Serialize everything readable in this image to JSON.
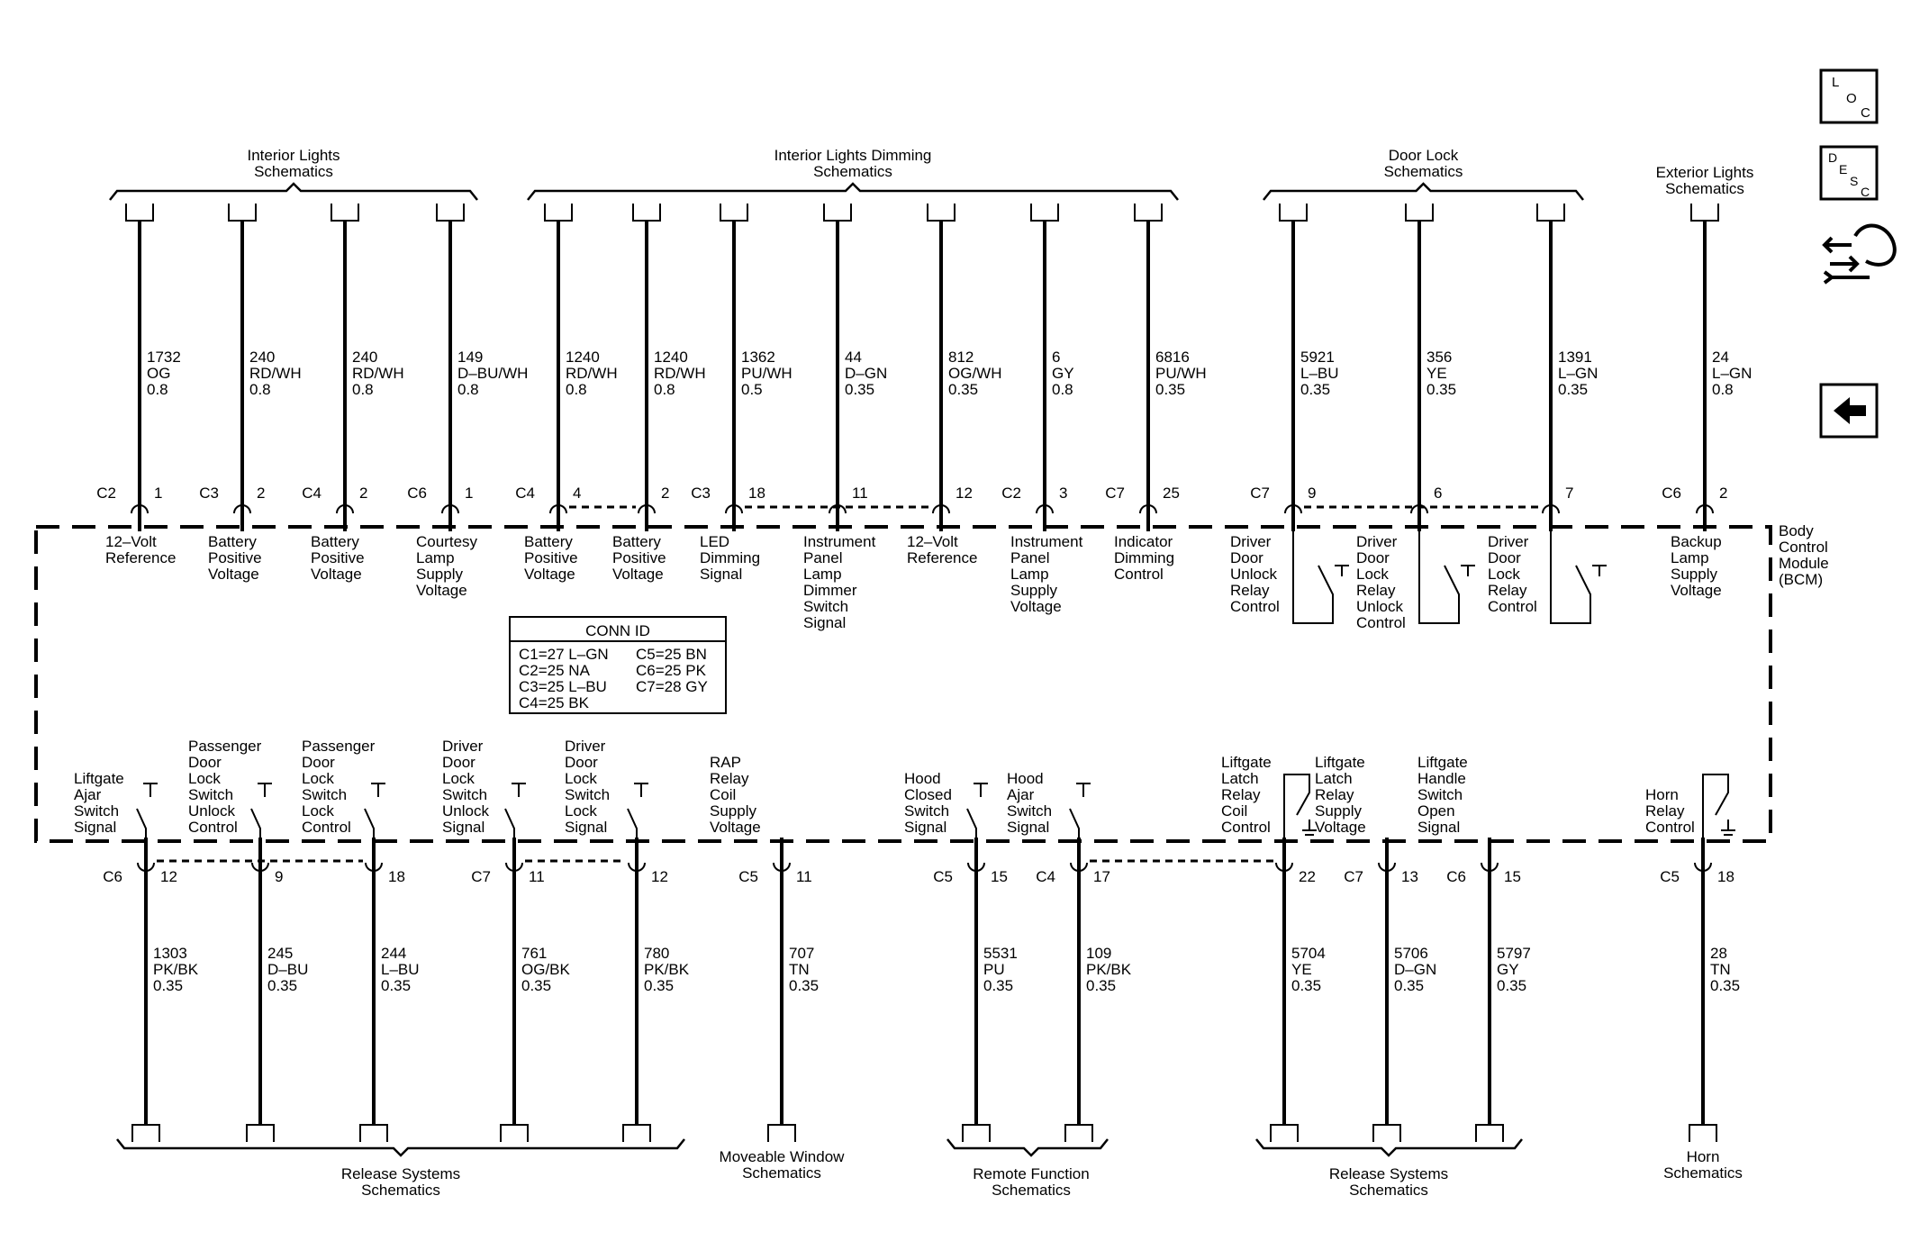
{
  "module": {
    "lines": [
      "Body",
      "Control",
      "Module",
      "(BCM)"
    ]
  },
  "conn_table": {
    "title": "CONN ID",
    "left": [
      "C1=27 L–GN",
      "C2=25 NA",
      "C3=25 L–BU",
      "C4=25 BK"
    ],
    "right": [
      "C5=25 BN",
      "C6=25 PK",
      "C7=28 GY"
    ]
  },
  "nav": {
    "loc_icon": "loc-icon",
    "desc_icon": "desc-icon",
    "harness_icon": "harness-icon",
    "back_icon": "back-arrow-icon",
    "loc_letters": [
      "L",
      "O",
      "C"
    ],
    "desc_letters": [
      "D",
      "E",
      "S",
      "C"
    ]
  },
  "top_groups": [
    {
      "lines": [
        "Interior Lights",
        "Schematics"
      ]
    },
    {
      "lines": [
        "Interior Lights Dimming",
        "Schematics"
      ]
    },
    {
      "lines": [
        "Door Lock",
        "Schematics"
      ]
    },
    {
      "lines": [
        "Exterior Lights",
        "Schematics"
      ]
    }
  ],
  "bottom_groups": [
    {
      "lines": [
        "Release Systems",
        "Schematics"
      ]
    },
    {
      "lines": [
        "Moveable Window",
        "Schematics"
      ]
    },
    {
      "lines": [
        "Remote Function",
        "Schematics"
      ]
    },
    {
      "lines": [
        "Release Systems",
        "Schematics"
      ]
    },
    {
      "lines": [
        "Horn",
        "Schematics"
      ]
    }
  ],
  "top_circuits": [
    {
      "conn": "C2",
      "pin": "1",
      "wire": [
        "1732",
        "OG",
        "0.8"
      ],
      "func": [
        "12–Volt",
        "Reference"
      ]
    },
    {
      "conn": "C3",
      "pin": "2",
      "wire": [
        "240",
        "RD/WH",
        "0.8"
      ],
      "func": [
        "Battery",
        "Positive",
        "Voltage"
      ]
    },
    {
      "conn": "C4",
      "pin": "2",
      "wire": [
        "240",
        "RD/WH",
        "0.8"
      ],
      "func": [
        "Battery",
        "Positive",
        "Voltage"
      ]
    },
    {
      "conn": "C6",
      "pin": "1",
      "wire": [
        "149",
        "D–BU/WH",
        "0.8"
      ],
      "func": [
        "Courtesy",
        "Lamp",
        "Supply",
        "Voltage"
      ]
    },
    {
      "conn": "C4",
      "pin": "4",
      "wire": [
        "1240",
        "RD/WH",
        "0.8"
      ],
      "func": [
        "Battery",
        "Positive",
        "Voltage"
      ]
    },
    {
      "conn": "",
      "pin": "2",
      "wire": [
        "1240",
        "RD/WH",
        "0.8"
      ],
      "func": [
        "Battery",
        "Positive",
        "Voltage"
      ]
    },
    {
      "conn": "C3",
      "pin": "18",
      "wire": [
        "1362",
        "PU/WH",
        "0.5"
      ],
      "func": [
        "LED",
        "Dimming",
        "Signal"
      ]
    },
    {
      "conn": "",
      "pin": "11",
      "wire": [
        "44",
        "D–GN",
        "0.35"
      ],
      "func": [
        "Instrument",
        "Panel",
        "Lamp",
        "Dimmer",
        "Switch",
        "Signal"
      ]
    },
    {
      "conn": "",
      "pin": "12",
      "wire": [
        "812",
        "OG/WH",
        "0.35"
      ],
      "func": [
        "12–Volt",
        "Reference"
      ]
    },
    {
      "conn": "C2",
      "pin": "3",
      "wire": [
        "6",
        "GY",
        "0.8"
      ],
      "func": [
        "Instrument",
        "Panel",
        "Lamp",
        "Supply",
        "Voltage"
      ]
    },
    {
      "conn": "C7",
      "pin": "25",
      "wire": [
        "6816",
        "PU/WH",
        "0.35"
      ],
      "func": [
        "Indicator",
        "Dimming",
        "Control"
      ]
    },
    {
      "conn": "C7",
      "pin": "9",
      "wire": [
        "5921",
        "L–BU",
        "0.35"
      ],
      "func": [
        "Driver",
        "Door",
        "Unlock",
        "Relay",
        "Control"
      ]
    },
    {
      "conn": "",
      "pin": "6",
      "wire": [
        "356",
        "YE",
        "0.35"
      ],
      "func": [
        "Driver",
        "Door",
        "Lock",
        "Relay",
        "Unlock",
        "Control"
      ]
    },
    {
      "conn": "",
      "pin": "7",
      "wire": [
        "1391",
        "L–GN",
        "0.35"
      ],
      "func": [
        "Driver",
        "Door",
        "Lock",
        "Relay",
        "Control"
      ]
    },
    {
      "conn": "C6",
      "pin": "2",
      "wire": [
        "24",
        "L–GN",
        "0.8"
      ],
      "func": [
        "Backup",
        "Lamp",
        "Supply",
        "Voltage"
      ]
    }
  ],
  "bottom_circuits": [
    {
      "conn": "C6",
      "pin": "12",
      "wire": [
        "1303",
        "PK/BK",
        "0.35"
      ],
      "func": [
        "Liftgate",
        "Ajar",
        "Switch",
        "Signal"
      ]
    },
    {
      "conn": "",
      "pin": "9",
      "wire": [
        "245",
        "D–BU",
        "0.35"
      ],
      "func": [
        "Passenger",
        "Door",
        "Lock",
        "Switch",
        "Unlock",
        "Control"
      ]
    },
    {
      "conn": "",
      "pin": "18",
      "wire": [
        "244",
        "L–BU",
        "0.35"
      ],
      "func": [
        "Passenger",
        "Door",
        "Lock",
        "Switch",
        "Lock",
        "Control"
      ]
    },
    {
      "conn": "C7",
      "pin": "11",
      "wire": [
        "761",
        "OG/BK",
        "0.35"
      ],
      "func": [
        "Driver",
        "Door",
        "Lock",
        "Switch",
        "Unlock",
        "Signal"
      ]
    },
    {
      "conn": "",
      "pin": "12",
      "wire": [
        "780",
        "PK/BK",
        "0.35"
      ],
      "func": [
        "Driver",
        "Door",
        "Lock",
        "Switch",
        "Lock",
        "Signal"
      ]
    },
    {
      "conn": "C5",
      "pin": "11",
      "wire": [
        "707",
        "TN",
        "0.35"
      ],
      "func": [
        "RAP",
        "Relay",
        "Coil",
        "Supply",
        "Voltage"
      ]
    },
    {
      "conn": "C5",
      "pin": "15",
      "wire": [
        "5531",
        "PU",
        "0.35"
      ],
      "func": [
        "Hood",
        "Closed",
        "Switch",
        "Signal"
      ]
    },
    {
      "conn": "C4",
      "pin": "17",
      "wire": [
        "109",
        "PK/BK",
        "0.35"
      ],
      "func": [
        "Hood",
        "Ajar",
        "Switch",
        "Signal"
      ]
    },
    {
      "conn": "",
      "pin": "22",
      "wire": [
        "5704",
        "YE",
        "0.35"
      ],
      "func": [
        "Liftgate",
        "Latch",
        "Relay",
        "Coil",
        "Control"
      ]
    },
    {
      "conn": "C7",
      "pin": "13",
      "wire": [
        "5706",
        "D–GN",
        "0.35"
      ],
      "func": [
        "Liftgate",
        "Latch",
        "Relay",
        "Supply",
        "Voltage"
      ]
    },
    {
      "conn": "C6",
      "pin": "15",
      "wire": [
        "5797",
        "GY",
        "0.35"
      ],
      "func": [
        "Liftgate",
        "Handle",
        "Switch",
        "Open",
        "Signal"
      ]
    },
    {
      "conn": "C5",
      "pin": "18",
      "wire": [
        "28",
        "TN",
        "0.35"
      ],
      "func": [
        "Horn",
        "Relay",
        "Control"
      ]
    }
  ]
}
